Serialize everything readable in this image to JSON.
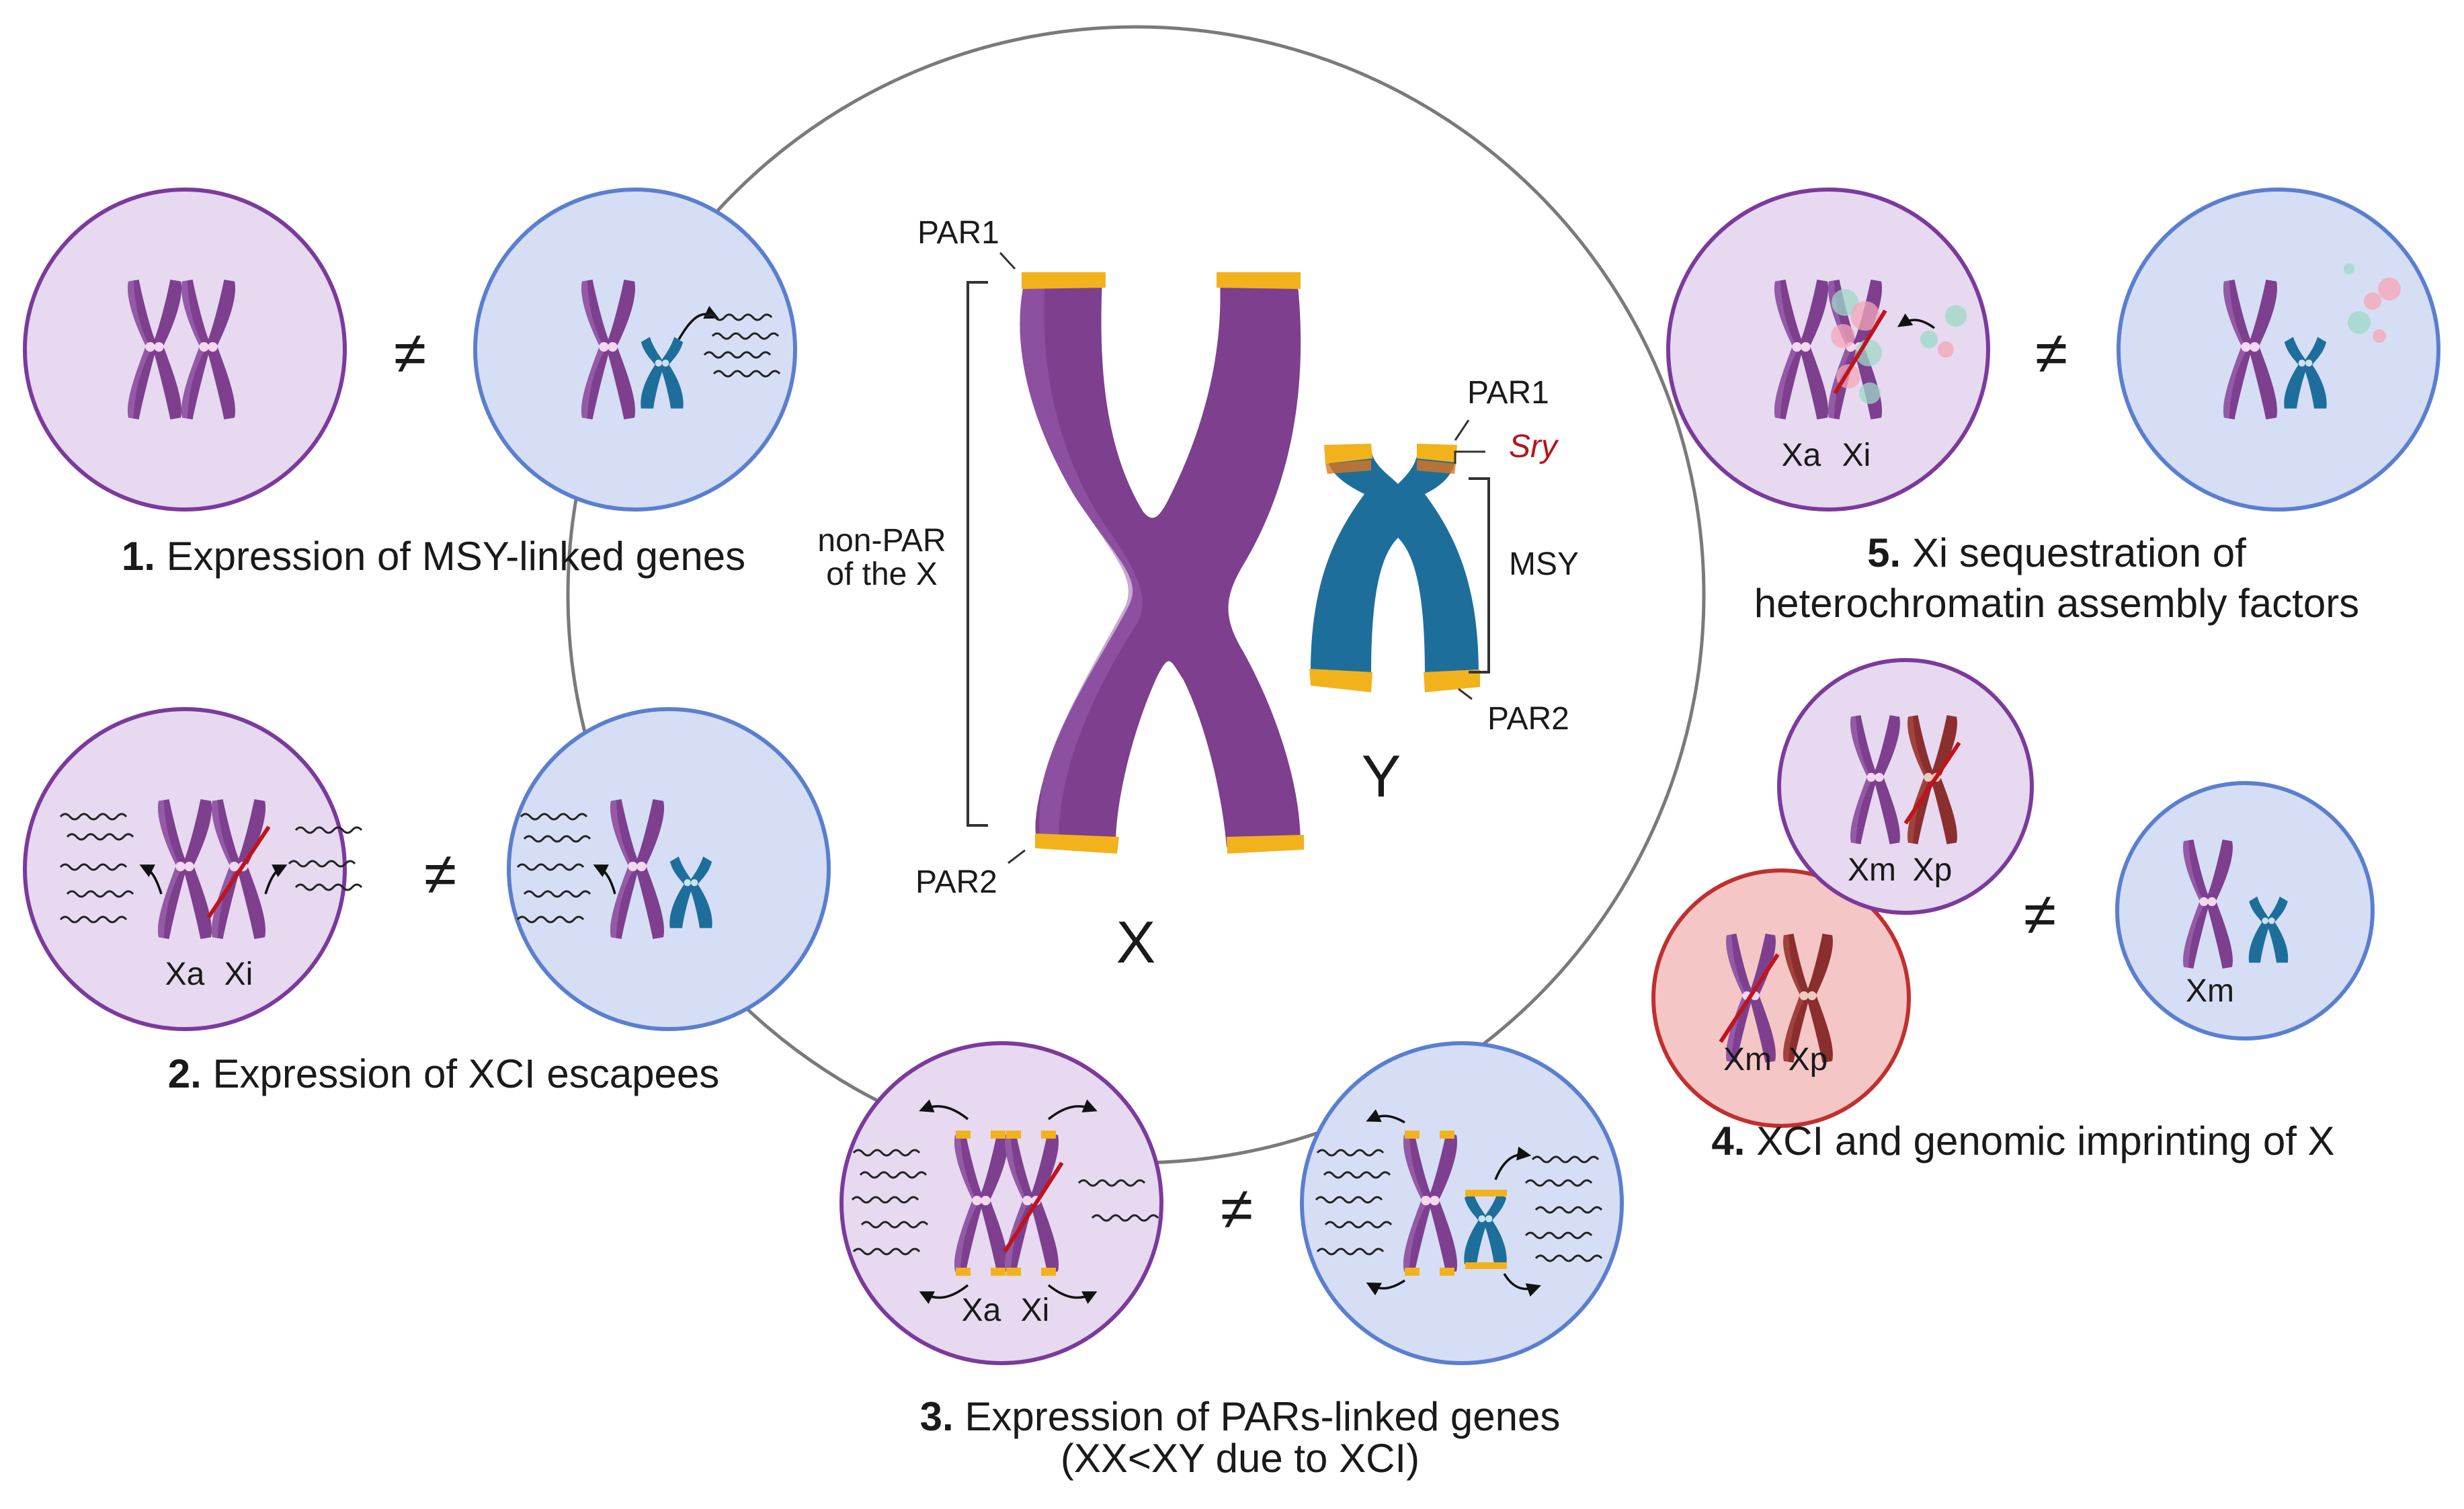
{
  "center": {
    "x_label": "X",
    "y_label": "Y",
    "par1_x": "PAR1",
    "par2_x": "PAR2",
    "par1_y": "PAR1",
    "par2_y": "PAR2",
    "sry": "Sry",
    "msy": "MSY",
    "nonpar_line1": "non-PAR",
    "nonpar_line2": "of the X"
  },
  "panels": {
    "p1": {
      "num": "1.",
      "caption": "Expression of MSY-linked genes",
      "neq": "≠"
    },
    "p2": {
      "num": "2.",
      "caption": "Expression of XCI escapees",
      "neq": "≠",
      "left_labels": [
        "Xa",
        "Xi"
      ]
    },
    "p3": {
      "num": "3.",
      "caption_line1": "Expression of PARs-linked genes",
      "caption_line2": "(XX<XY due to XCI)",
      "neq": "≠",
      "left_labels": [
        "Xa",
        "Xi"
      ]
    },
    "p4": {
      "num": "4.",
      "caption": "XCI and genomic imprinting of X",
      "neq": "≠",
      "top_labels": [
        "Xm",
        "Xp"
      ],
      "bottom_labels": [
        "Xm",
        "Xp"
      ],
      "right_label": "Xm"
    },
    "p5": {
      "num": "5.",
      "caption_line1": "Xi sequestration of",
      "caption_line2": "heterochromatin assembly factors",
      "neq": "≠",
      "left_labels": [
        "Xa",
        "Xi"
      ]
    }
  },
  "colors": {
    "x_chrom": "#7d3f8e",
    "y_chrom": "#1e6e9c",
    "xp_chrom": "#8b2e2e",
    "par": "#f2b21b",
    "female_fill": "#e6d9f0",
    "female_stroke": "#7b3a9c",
    "male_fill": "#d6def5",
    "male_stroke": "#5b7fcf",
    "imprint_fill": "#f5c6c6",
    "imprint_stroke": "#c0302f",
    "silenced_line": "#c0141a"
  }
}
